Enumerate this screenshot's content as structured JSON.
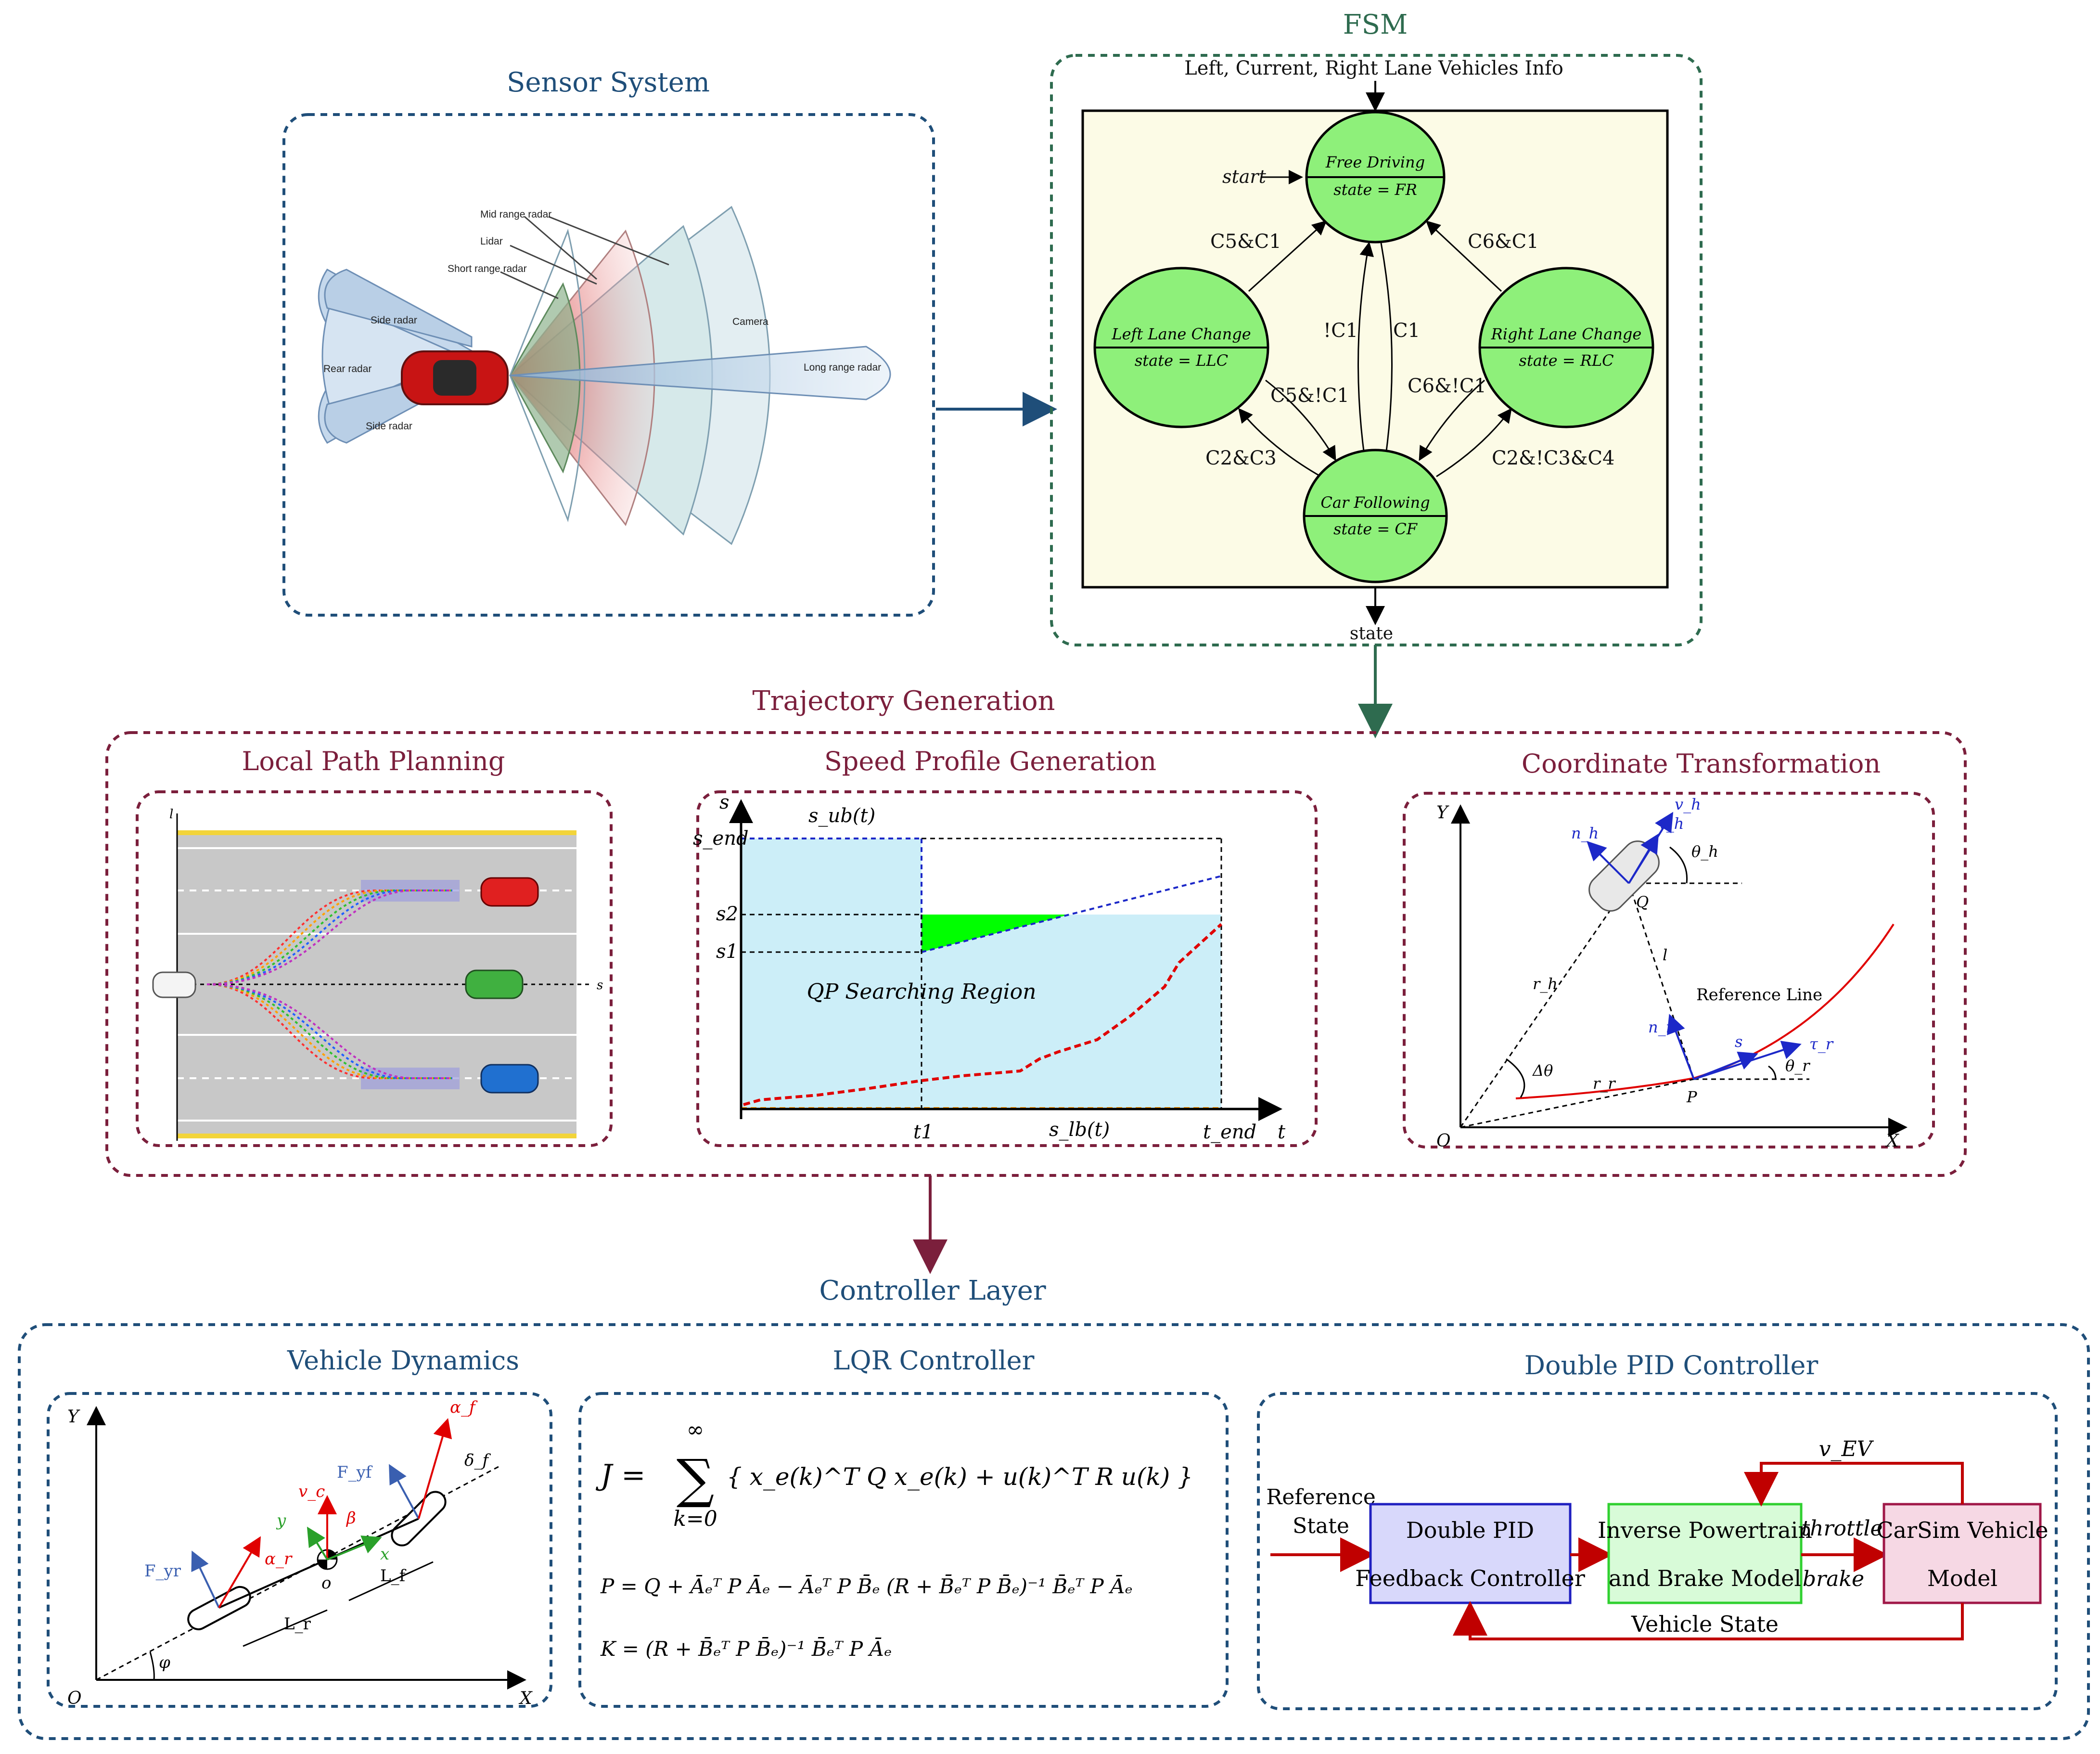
{
  "colors": {
    "blue_frame": "#1f4e79",
    "green_frame": "#2e6b4f",
    "maroon_frame": "#7b1f3c",
    "fsm_bg": "#fcfbe6",
    "state_fill": "#8ef07a",
    "road": "#c8c8c8",
    "qp_region": "#cceef8",
    "band": "#00ff00",
    "red": "#e00000",
    "vec_blue": "#1c28c8"
  },
  "sensor": {
    "title": "Sensor System",
    "labels": {
      "mid": "Mid range radar",
      "lidar": "Lidar",
      "short": "Short range radar",
      "side_top": "Side radar",
      "rear": "Rear radar",
      "side_bottom": "Side radar",
      "camera": "Camera",
      "long": "Long range radar"
    }
  },
  "fsm": {
    "title": "FSM",
    "input": "Left, Current, Right Lane Vehicles Info",
    "output": "state",
    "start": "start",
    "states": {
      "fr": {
        "name": "Free Driving",
        "state": "state = FR"
      },
      "llc": {
        "name": "Left Lane Change",
        "state": "state = LLC"
      },
      "rlc": {
        "name": "Right Lane Change",
        "state": "state = RLC"
      },
      "cf": {
        "name": "Car Following",
        "state": "state = CF"
      }
    },
    "transitions": {
      "llc_fr": "C5&C1",
      "rlc_fr": "C6&C1",
      "cf_fr": "!C1",
      "fr_cf": "C1",
      "llc_cf": "C5&!C1",
      "rlc_cf": "C6&!C1",
      "cf_llc": "C2&C3",
      "cf_rlc": "C2&!C3&C4"
    }
  },
  "trajectory": {
    "title": "Trajectory Generation",
    "local": {
      "title": "Local Path Planning",
      "axis_l": "l",
      "axis_s": "s"
    },
    "speed": {
      "title": "Speed Profile Generation",
      "s_axis": "s",
      "t_axis": "t",
      "s_ub": "s_ub(t)",
      "s_lb": "s_lb(t)",
      "s_end": "s_end",
      "s2": "s2",
      "s1": "s1",
      "t1": "t1",
      "t_end": "t_end",
      "region": "QP Searching Region"
    },
    "coord": {
      "title": "Coordinate Transformation",
      "reference_line": "Reference Line",
      "labels": {
        "Y": "Y",
        "X": "X",
        "O": "O",
        "Q": "Q",
        "P": "P",
        "l": "l",
        "n_h": "n_h",
        "tau_h": "τ_h",
        "v_h": "v_h",
        "theta_h": "θ_h",
        "r_h": "r_h",
        "r_r": "r_r",
        "n_r": "n_r",
        "s": "s",
        "tau_r": "τ_r",
        "theta_r": "θ_r",
        "dtheta": "Δθ"
      }
    }
  },
  "controller": {
    "title": "Controller Layer",
    "vehicle": {
      "title": "Vehicle Dynamics",
      "labels": {
        "Y": "Y",
        "X": "X",
        "O": "O",
        "o": "o",
        "phi": "φ",
        "Fyr": "F_yr",
        "Fyf": "F_yf",
        "alpha_r": "α_r",
        "alpha_f": "α_f",
        "delta_f": "δ_f",
        "vc": "v_c",
        "beta": "β",
        "x": "x",
        "y": "y",
        "Lr": "L_r",
        "Lf": "L_f"
      }
    },
    "lqr": {
      "title": "LQR Controller",
      "eq_J_lhs": "J =",
      "eq_J_sum": "∑",
      "eq_J_top": "∞",
      "eq_J_bottom": "k=0",
      "eq_J_body": "{ x_e(k)^T Q x_e(k) + u(k)^T R u(k) }",
      "eq_P": "P = Q + Āₑᵀ P Āₑ − Āₑᵀ P B̄ₑ (R + B̄ₑᵀ P B̄ₑ)⁻¹ B̄ₑᵀ P Āₑ",
      "eq_K": "K = (R + B̄ₑᵀ P B̄ₑ)⁻¹ B̄ₑᵀ P Āₑ"
    },
    "pid": {
      "title": "Double PID Controller",
      "ref_line1": "Reference",
      "ref_line2": "State",
      "block1_line1": "Double PID",
      "block1_line2": "Feedback Controller",
      "block2_line1": "Inverse Powertrain",
      "block2_line2": "and Brake Model",
      "block3_line1": "CarSim Vehicle",
      "block3_line2": "Model",
      "throttle": "throttle",
      "brake": "brake",
      "v_ev": "v_EV",
      "vehicle_state": "Vehicle State"
    }
  }
}
